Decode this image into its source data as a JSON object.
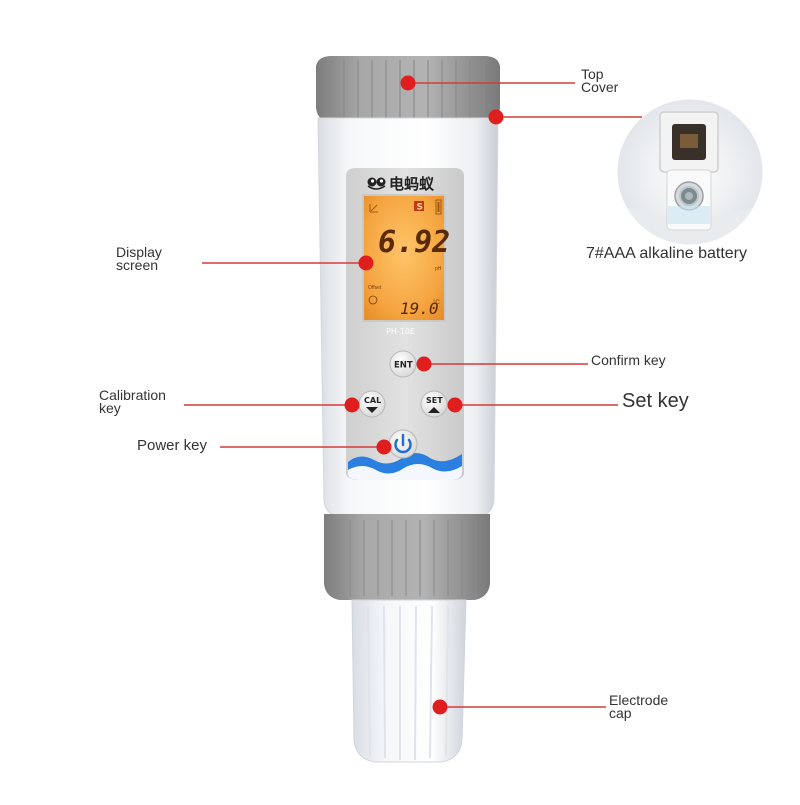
{
  "device": {
    "brand": "电蚂蚁",
    "model": "PH-10E",
    "display": {
      "reading": "6.92",
      "unit": "pH",
      "offset_label": "Offset",
      "temperature": "19.0",
      "temp_unit": "°C",
      "mode_badge": "S"
    },
    "buttons": {
      "confirm": "ENT",
      "calibrate": "CAL",
      "set": "SET",
      "power_icon": "power-icon"
    }
  },
  "callouts": {
    "top_cover": [
      "Top",
      "Cover"
    ],
    "battery": "7#AAA alkaline battery",
    "display_screen": [
      "Display",
      "screen"
    ],
    "confirm_key": "Confirm key",
    "calibration_key": [
      "Calibration",
      "key"
    ],
    "set_key": "Set key",
    "power_key": "Power key",
    "electrode_cap": [
      "Electrode",
      "cap"
    ]
  },
  "colors": {
    "callout_line": "#d63a3a",
    "callout_dot": "#e01e1e",
    "cap_gray": "#9a9a9a",
    "lcd_orange": "#f4a13c",
    "panel_gray": "#d8d8d8",
    "wave_blue": "#2a7fe0"
  }
}
